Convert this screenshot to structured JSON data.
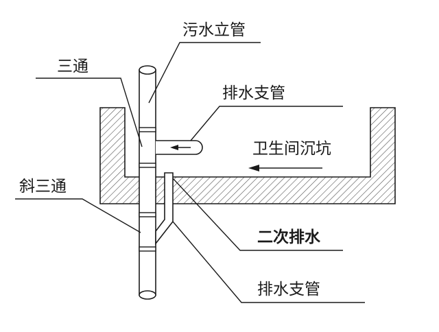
{
  "diagram": {
    "labels": {
      "vertical_pipe": "污水立管",
      "tee": "三通",
      "branch_pipe_top": "排水支管",
      "sunken_pit": "卫生间沉坑",
      "oblique_tee": "斜三通",
      "secondary_drainage": "二次排水",
      "branch_pipe_bottom": "排水支管"
    },
    "colors": {
      "line": "#1a1a1a",
      "hatch": "#555555",
      "background": "#ffffff"
    }
  }
}
